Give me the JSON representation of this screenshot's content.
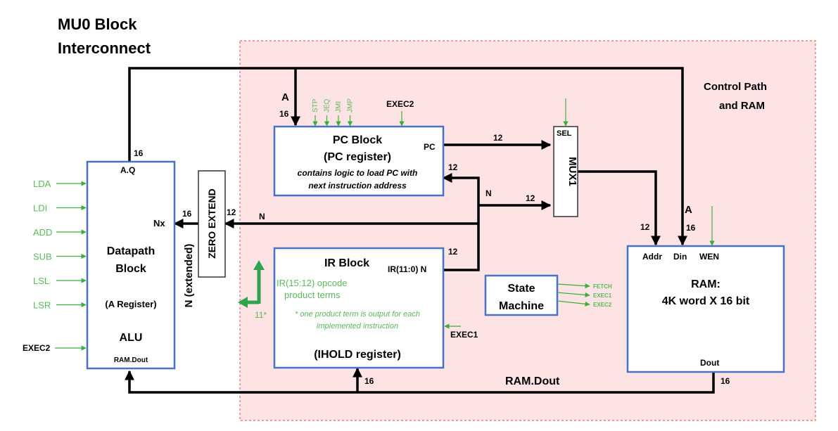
{
  "title": {
    "line1": "MU0 Block",
    "line2": "Interconnect"
  },
  "region": {
    "line1": "Control Path",
    "line2": "and RAM",
    "fill_color": "#fde3e3",
    "border_color": "#e26b6b"
  },
  "colors": {
    "block_border": "#4a72c4",
    "wire": "#000000",
    "control_signal": "#5bb85b",
    "thick_arrow": "#2ea44f"
  },
  "datapath": {
    "title1": "Datapath",
    "title2": "Block",
    "register": "(A Register)",
    "alu": "ALU",
    "port_aq": "A.Q",
    "port_nx": "Nx",
    "port_ramdout": "RAM.Dout",
    "inputs": [
      "LDA",
      "LDI",
      "ADD",
      "SUB",
      "LSL",
      "LSR"
    ],
    "exec2": "EXEC2"
  },
  "zero_extend": {
    "label": "ZERO EXTEND"
  },
  "n_extended": {
    "label": "N (extended)"
  },
  "pc_block": {
    "title": "PC Block",
    "subtitle": "(PC register)",
    "desc1": "contains logic to load PC with",
    "desc2": "next instruction address",
    "port_pc": "PC",
    "inputs": [
      "STP",
      "JEQ",
      "JMI",
      "JMP"
    ],
    "exec2": "EXEC2"
  },
  "ir_block": {
    "title": "IR Block",
    "port": "IR(11:0) N",
    "opcode1": "IR(15:12) opcode",
    "opcode2": "product terms",
    "note1": "* one product term is output for each",
    "note2": "implemented instruction",
    "hold": "(IHOLD register)",
    "exec1": "EXEC1",
    "out_width": "11*"
  },
  "state_machine": {
    "line1": "State",
    "line2": "Machine",
    "outputs": [
      "FETCH",
      "EXEC1",
      "EXEC2"
    ]
  },
  "mux": {
    "label": "MUX1",
    "sel": "SEL"
  },
  "ram": {
    "line1": "RAM:",
    "line2": "4K word X 16 bit",
    "port_addr": "Addr",
    "port_din": "Din",
    "port_wen": "WEN",
    "port_dout": "Dout"
  },
  "signals": {
    "a_pc": "A",
    "w16_pc": "16",
    "w16_aq": "16",
    "w16_nx": "16",
    "w12_ze": "12",
    "n_ze": "N",
    "w12_pc_mux": "12",
    "w12_pc_in": "12",
    "n_mux": "N",
    "w12_mux_in": "12",
    "w12_ir": "12",
    "w12_addr": "12",
    "a_din": "A",
    "w16_din": "16",
    "ram_dout_bus": "RAM.Dout",
    "w16_ram": "16",
    "w16_ir_in": "16"
  }
}
